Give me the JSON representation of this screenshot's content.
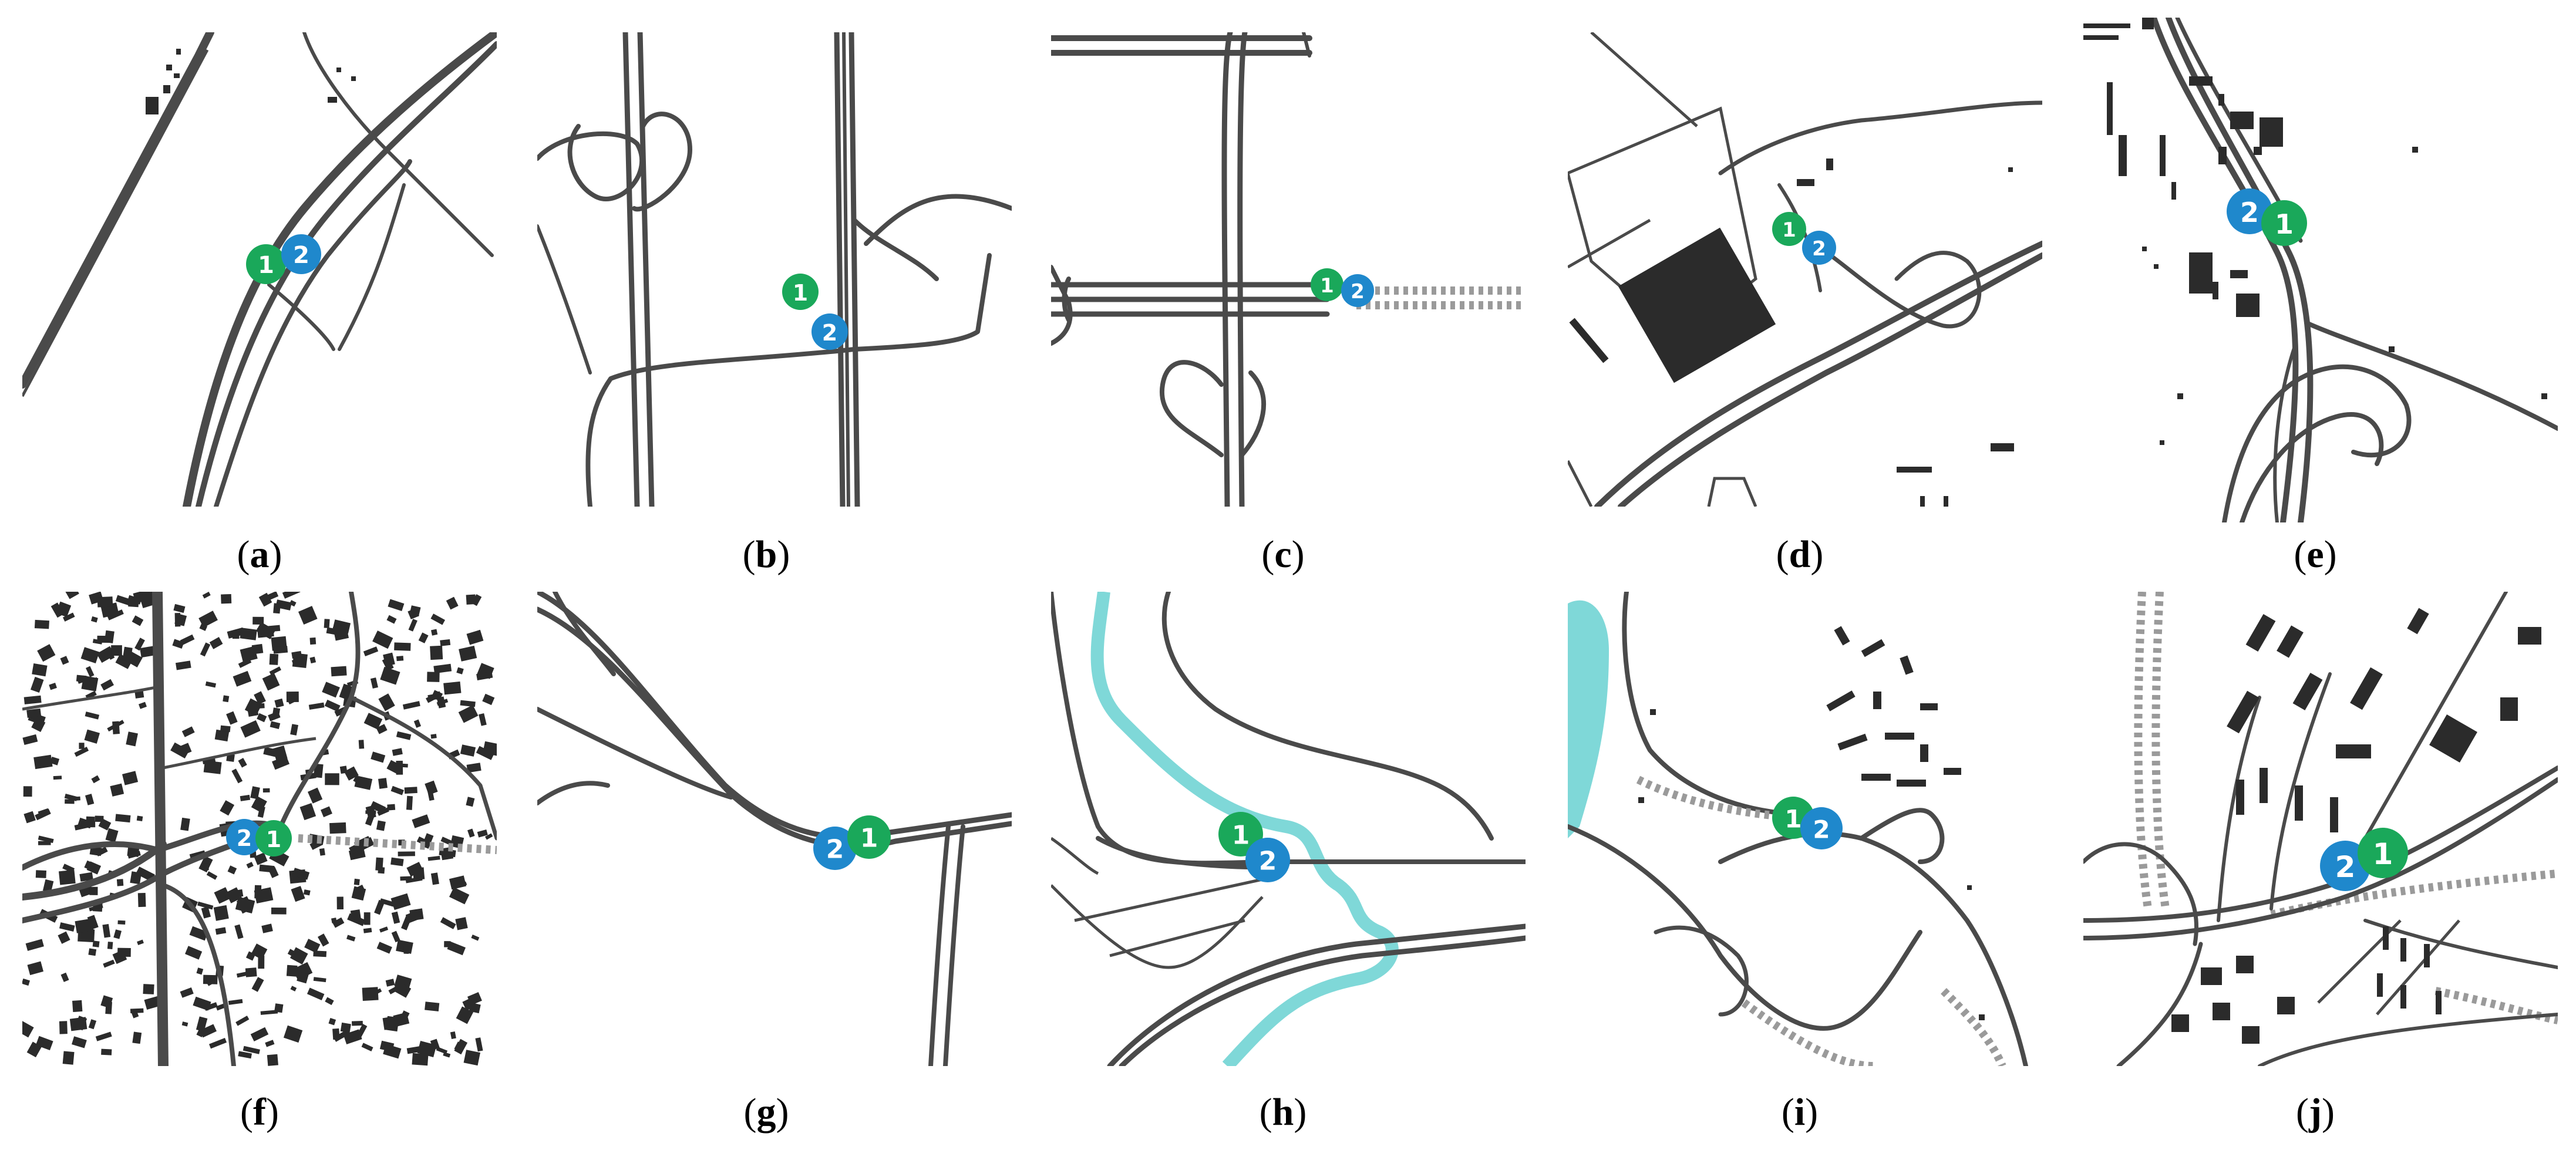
{
  "colors": {
    "marker_1": "#1aa85a",
    "marker_2": "#1f88cc",
    "road": "#4a4a4a",
    "water": "#7fd8d8",
    "building": "#2b2b2b"
  },
  "panels": [
    {
      "id": "a",
      "label_open": "(",
      "label_letter": "a",
      "label_close": ")",
      "marker_1": "1",
      "marker_2": "2"
    },
    {
      "id": "b",
      "label_open": "(",
      "label_letter": "b",
      "label_close": ")",
      "marker_1": "1",
      "marker_2": "2"
    },
    {
      "id": "c",
      "label_open": "(",
      "label_letter": "c",
      "label_close": ")",
      "marker_1": "1",
      "marker_2": "2"
    },
    {
      "id": "d",
      "label_open": "(",
      "label_letter": "d",
      "label_close": ")",
      "marker_1": "1",
      "marker_2": "2"
    },
    {
      "id": "e",
      "label_open": "(",
      "label_letter": "e",
      "label_close": ")",
      "marker_1": "1",
      "marker_2": "2"
    },
    {
      "id": "f",
      "label_open": "(",
      "label_letter": "f",
      "label_close": ")",
      "marker_1": "1",
      "marker_2": "2"
    },
    {
      "id": "g",
      "label_open": "(",
      "label_letter": "g",
      "label_close": ")",
      "marker_1": "1",
      "marker_2": "2"
    },
    {
      "id": "h",
      "label_open": "(",
      "label_letter": "h",
      "label_close": ")",
      "marker_1": "1",
      "marker_2": "2"
    },
    {
      "id": "i",
      "label_open": "(",
      "label_letter": "i",
      "label_close": ")",
      "marker_1": "1",
      "marker_2": "2"
    },
    {
      "id": "j",
      "label_open": "(",
      "label_letter": "j",
      "label_close": ")",
      "marker_1": "1",
      "marker_2": "2"
    }
  ]
}
